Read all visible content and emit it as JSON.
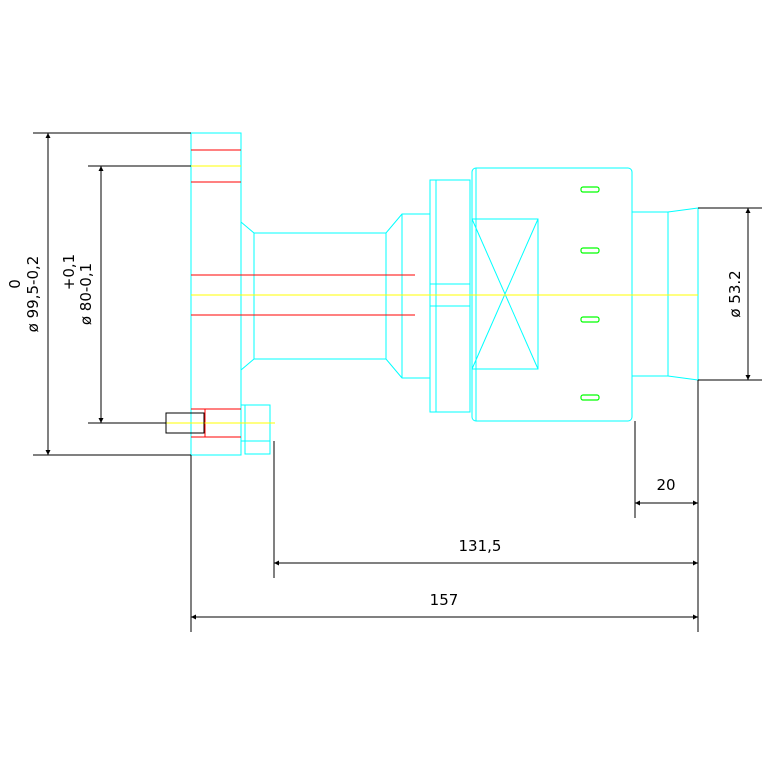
{
  "dimensions": {
    "overall_length": "157",
    "bolt_to_end": "131,5",
    "end_length": "20",
    "end_diameter": "ø 53.2",
    "flange_diameter": "ø 99,5-0,2",
    "flange_diameter_upper_tol": "0",
    "pilot_diameter": "ø 80-0,1",
    "pilot_diameter_upper_tol": "+0,1"
  },
  "colors": {
    "part_outline": "#00ffff",
    "hidden_line": "#ff0000",
    "center_line": "#ffff00",
    "slot_mark": "#00ff00",
    "dimension_line": "#000000",
    "background": "#ffffff"
  }
}
